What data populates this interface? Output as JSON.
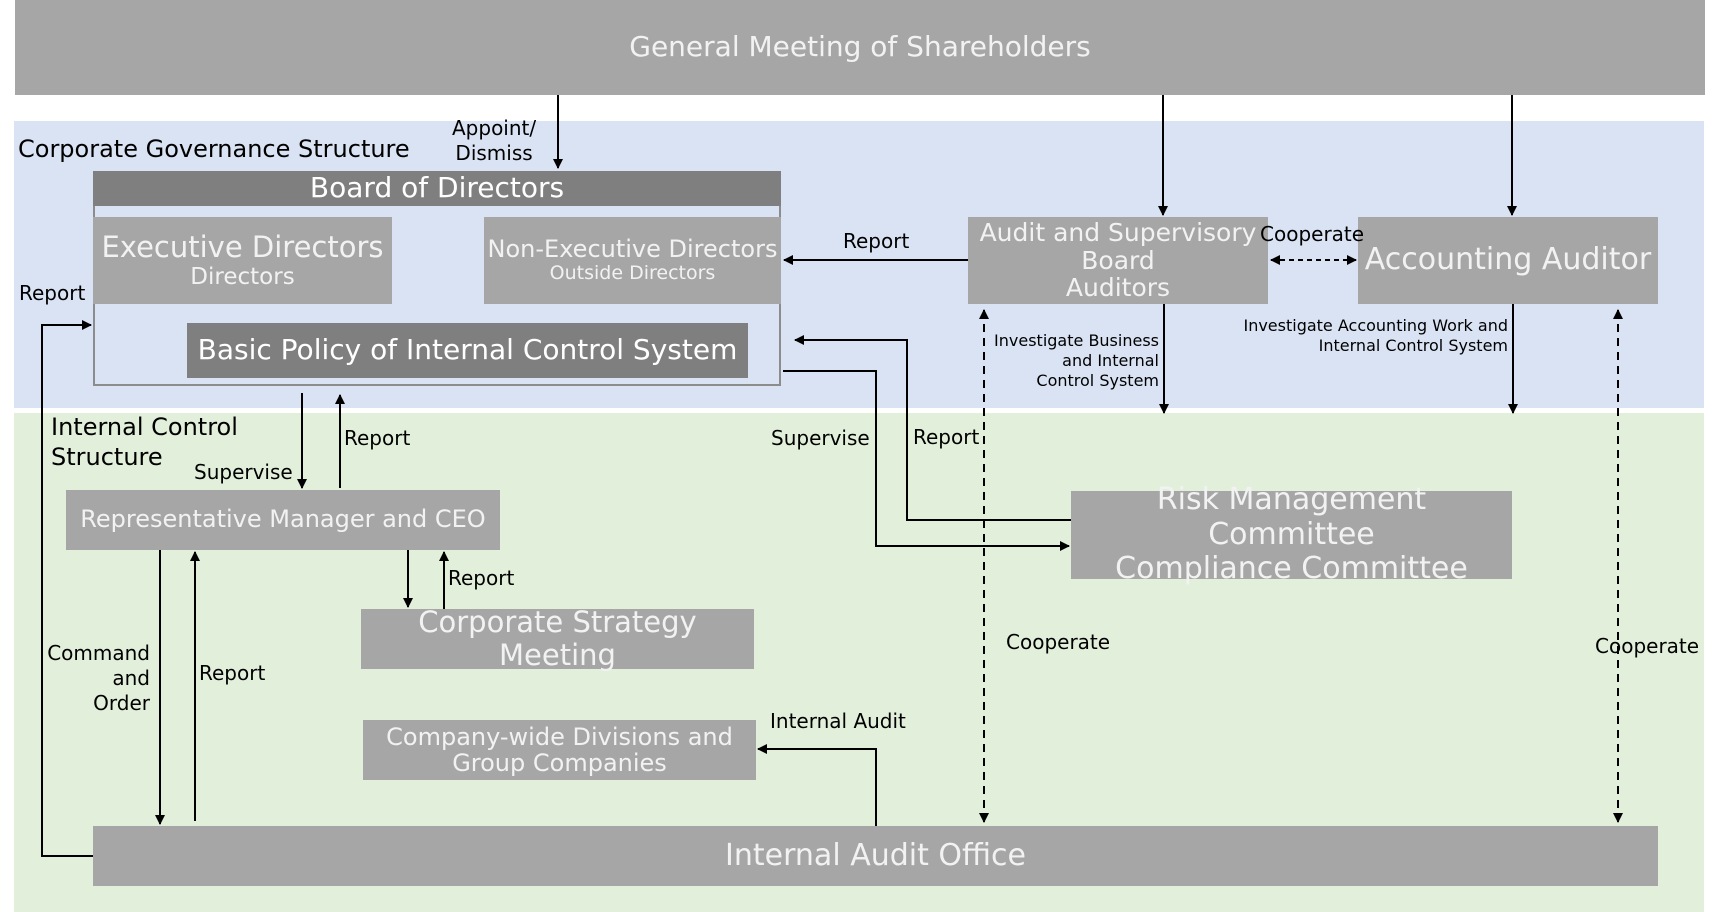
{
  "top": {
    "title": "General Meeting of Shareholders"
  },
  "sections": {
    "governance": "Corporate Governance Structure",
    "internal_control": [
      "Internal Control",
      "Structure"
    ]
  },
  "nodes": {
    "board": "Board of Directors",
    "executive": {
      "title": "Executive Directors",
      "sub": "Directors"
    },
    "non_executive": {
      "title": "Non-Executive Directors",
      "sub": "Outside Directors"
    },
    "basic_policy": "Basic Policy of Internal Control System",
    "audit_board": [
      "Audit and Supervisory",
      "Board",
      "Auditors"
    ],
    "accounting_auditor": "Accounting Auditor",
    "ceo": "Representative Manager and CEO",
    "risk": [
      "Risk Management Committee",
      "Compliance Committee"
    ],
    "strategy": "Corporate Strategy Meeting",
    "divisions": [
      "Company-wide Divisions and",
      "Group Companies"
    ],
    "internal_audit_office": "Internal Audit Office"
  },
  "edges": {
    "appoint": [
      "Appoint/",
      "Dismiss"
    ],
    "report_audit_to_board": "Report",
    "cooperate_top": "Cooperate",
    "report_left": "Report",
    "investigate_business": [
      "Investigate Business",
      "and Internal",
      "Control System"
    ],
    "investigate_accounting": [
      "Investigate Accounting Work and",
      "Internal Control System"
    ],
    "supervise_ceo": "Supervise",
    "report_ceo": "Report",
    "supervise_risk": "Supervise",
    "report_risk": "Report",
    "report_strategy": "Report",
    "command": [
      "Command",
      "and",
      "Order"
    ],
    "report_audit_office": "Report",
    "cooperate_mid": "Cooperate",
    "cooperate_right": "Cooperate",
    "internal_audit": "Internal Audit"
  }
}
